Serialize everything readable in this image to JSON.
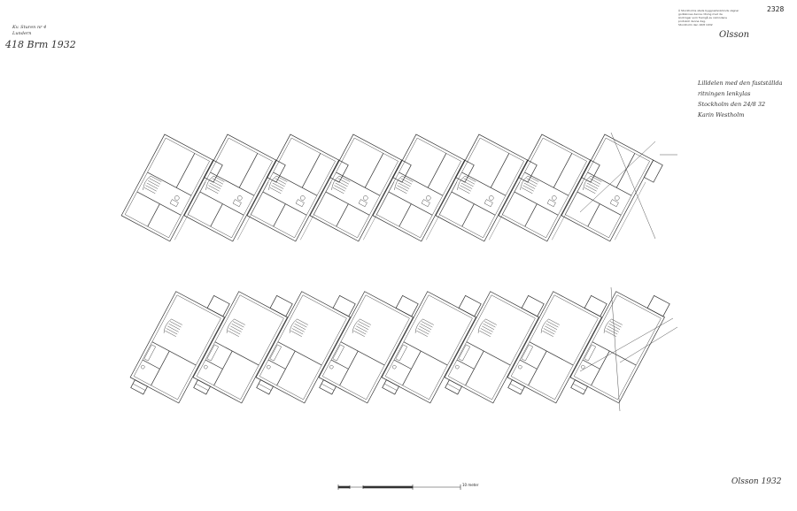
{
  "sheet_number": "2328",
  "property_note": [
    "Kv. Sturen nr 4",
    "Lundern"
  ],
  "sheet_ref": [
    "418 Brm",
    "1932"
  ],
  "approval_stamp": {
    "lines": [
      "Å Stockholms stads byggnadsnämnds vägnar",
      "godkännes denna ritning med de",
      "ändringar som framgå av nämndens",
      "protokoll denna dag.",
      "Stockholm den 16/8 1932"
    ],
    "signature": "Olsson"
  },
  "title_block": [
    "Lilldelen med den fastställda",
    "ritningen lenkylas",
    "Stockholm den 24/8 32",
    "Karin Westholm"
  ],
  "scale_label": "10 meter",
  "bottom_signature": "Olsson 1932",
  "drawing": {
    "stroke": "#333333",
    "rows": [
      {
        "name": "upper-row",
        "units": 8
      },
      {
        "name": "lower-row",
        "units": 8
      }
    ]
  }
}
